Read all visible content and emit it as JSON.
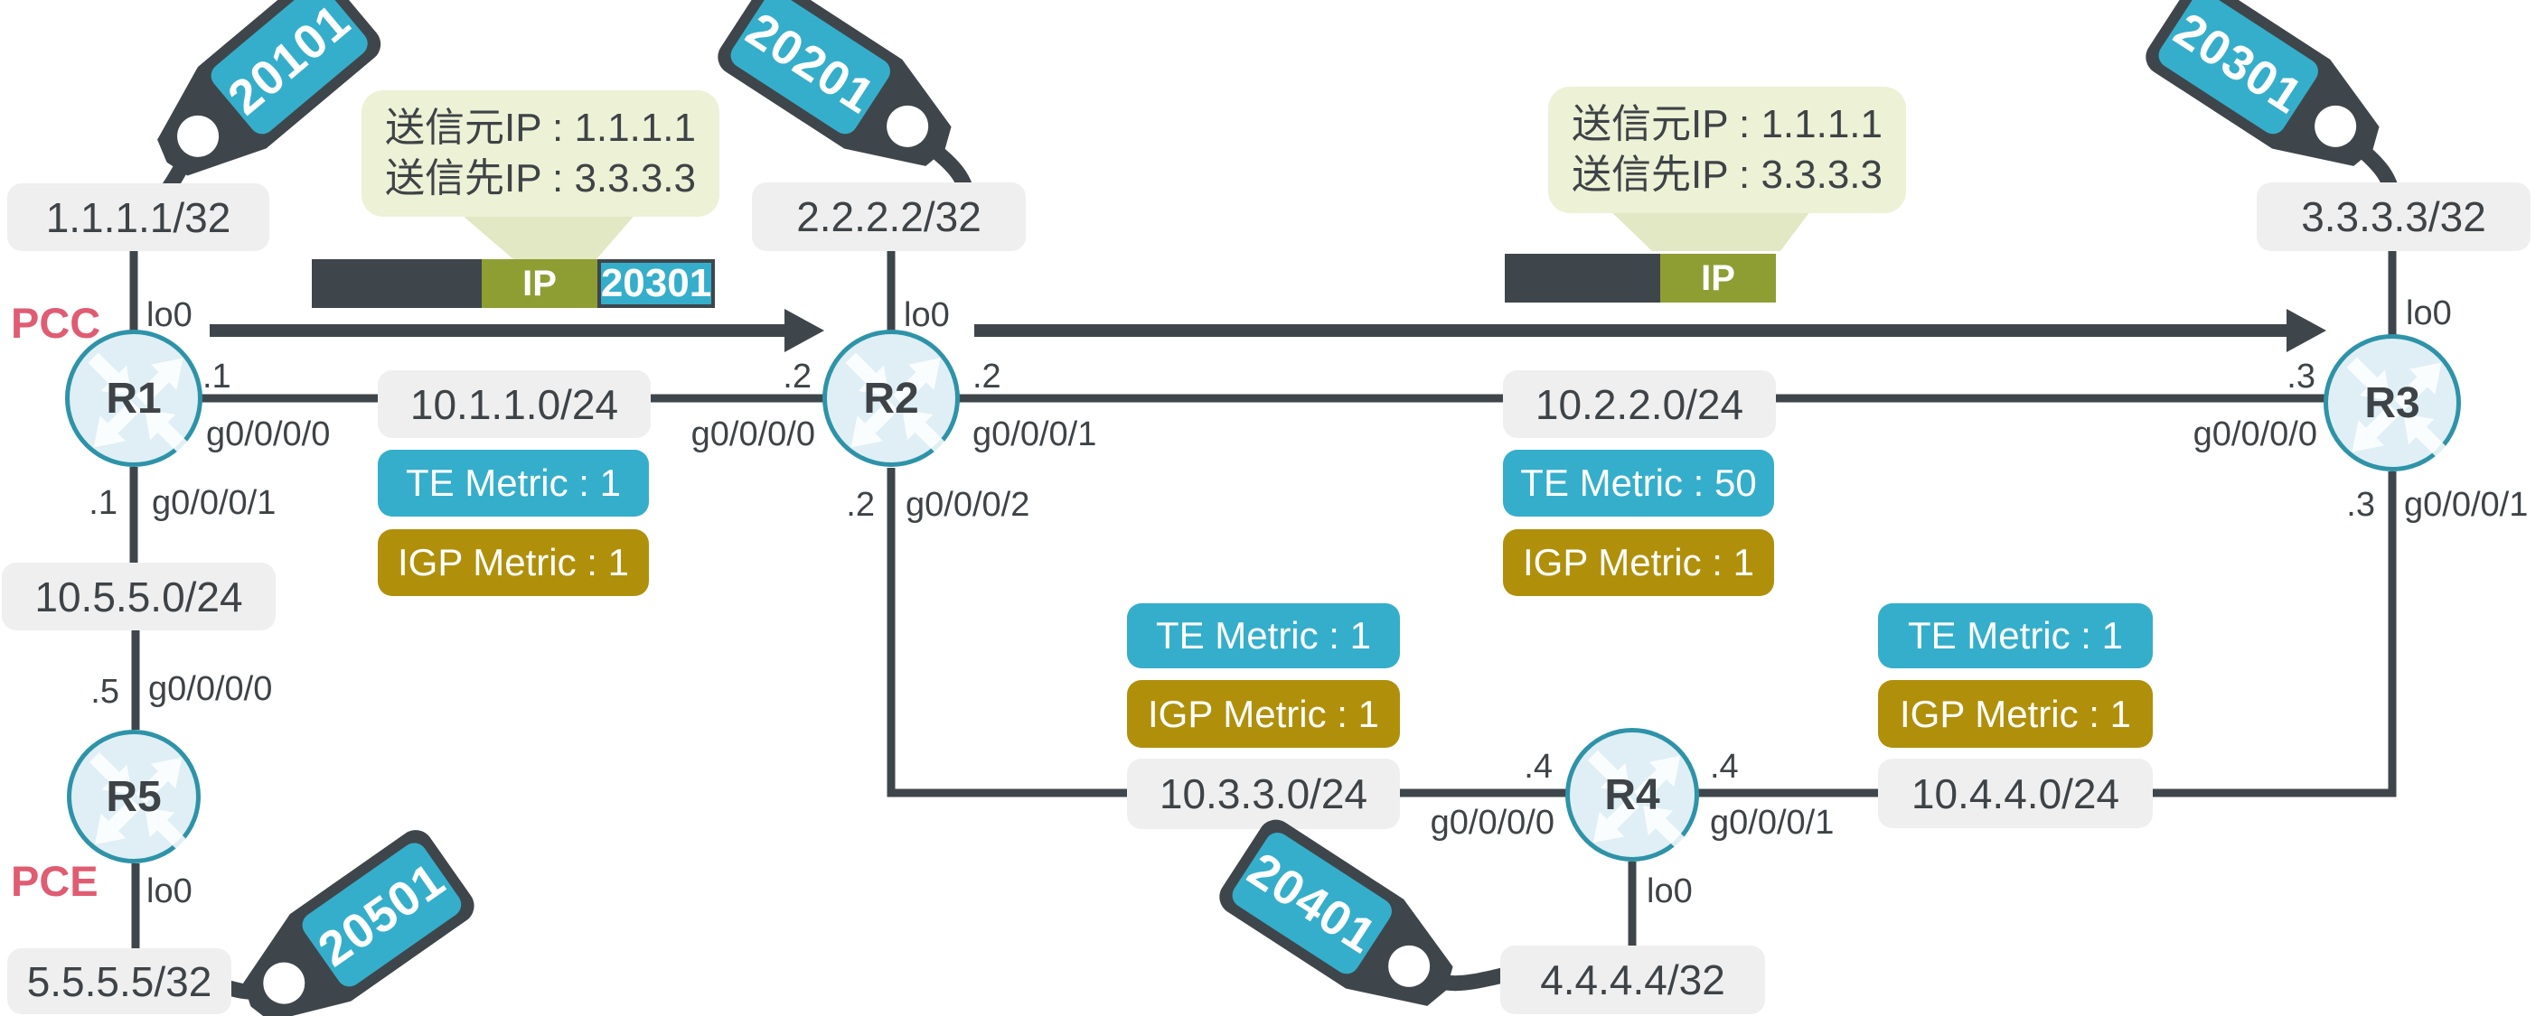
{
  "colors": {
    "dark": "#3F464B",
    "teal": "#35AECB",
    "gold": "#B0900B",
    "olive": "#8E9E33",
    "labelbg": "#EFEFEF",
    "text": "#3E4347",
    "pink": "#E05C72",
    "routerfill": "#DFEFF5",
    "routerstroke": "#2E93A8",
    "calloutbg": "#EDF1D6",
    "calloutptr": "#E2E8C3"
  },
  "roles": {
    "pcc": "PCC",
    "pce": "PCE"
  },
  "routers": {
    "r1": {
      "name": "R1"
    },
    "r2": {
      "name": "R2"
    },
    "r3": {
      "name": "R3"
    },
    "r4": {
      "name": "R4"
    },
    "r5": {
      "name": "R5"
    }
  },
  "loopbacks": {
    "r1": "1.1.1.1/32",
    "r2": "2.2.2.2/32",
    "r3": "3.3.3.3/32",
    "r4": "4.4.4.4/32",
    "r5": "5.5.5.5/32"
  },
  "sid_tags": {
    "r1": "20101",
    "r2": "20201",
    "r3": "20301",
    "r4": "20401",
    "r5": "20501"
  },
  "networks": {
    "n12": {
      "prefix": "10.1.1.0/24",
      "te": "TE Metric : 1",
      "igp": "IGP Metric : 1"
    },
    "n23": {
      "prefix": "10.2.2.0/24",
      "te": "TE Metric : 50",
      "igp": "IGP Metric : 1"
    },
    "n24": {
      "prefix": "10.3.3.0/24",
      "te": "TE Metric : 1",
      "igp": "IGP Metric : 1"
    },
    "n43": {
      "prefix": "10.4.4.0/24",
      "te": "TE Metric : 1",
      "igp": "IGP Metric : 1"
    },
    "n15": {
      "prefix": "10.5.5.0/24"
    }
  },
  "interfaces": {
    "r1_lo0": "lo0",
    "r1_g0": {
      "num": ".1",
      "name": "g0/0/0/0"
    },
    "r1_g1": {
      "num": ".1",
      "name": "g0/0/0/1"
    },
    "r2_lo0": "lo0",
    "r2_g0": {
      "num": ".2",
      "name": "g0/0/0/0"
    },
    "r2_g1": {
      "num": ".2",
      "name": "g0/0/0/1"
    },
    "r2_g2": {
      "num": ".2",
      "name": "g0/0/0/2"
    },
    "r3_lo0": "lo0",
    "r3_g0": {
      "num": ".3",
      "name": "g0/0/0/0"
    },
    "r3_g1": {
      "num": ".3",
      "name": "g0/0/0/1"
    },
    "r4_lo0": "lo0",
    "r4_g0": {
      "num": ".4",
      "name": "g0/0/0/0"
    },
    "r4_g1": {
      "num": ".4",
      "name": "g0/0/0/1"
    },
    "r5_lo0": "lo0",
    "r5_g0": {
      "num": ".5",
      "name": "g0/0/0/0"
    }
  },
  "callouts": {
    "left": {
      "line1": "送信元IP : 1.1.1.1",
      "line2": "送信先IP : 3.3.3.3"
    },
    "right": {
      "line1": "送信元IP : 1.1.1.1",
      "line2": "送信先IP : 3.3.3.3"
    }
  },
  "packets": {
    "left": {
      "ip": "IP",
      "sid": "20301"
    },
    "right": {
      "ip": "IP"
    }
  }
}
